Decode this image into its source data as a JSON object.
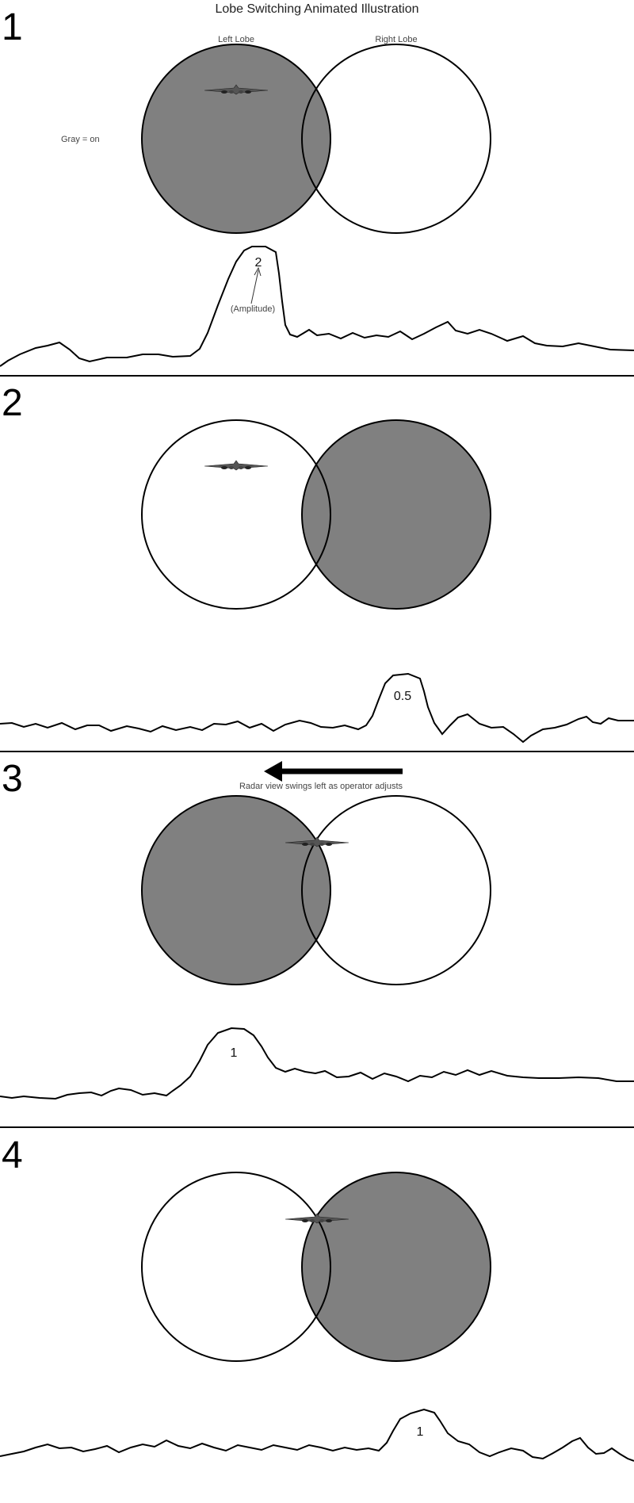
{
  "title": "Lobe Switching Animated Illustration",
  "legend": "Gray = on",
  "lobe_labels": {
    "left": "Left Lobe",
    "right": "Right Lobe"
  },
  "amplitude_label": "(Amplitude)",
  "arrow_caption": "Radar view swings left as operator adjusts",
  "colors": {
    "on": "#808080",
    "off": "#ffffff",
    "stroke": "#000000"
  },
  "panels": [
    {
      "number": "1",
      "active_lobe": "left",
      "amplitude": "2"
    },
    {
      "number": "2",
      "active_lobe": "right",
      "amplitude": "0.5"
    },
    {
      "number": "3",
      "active_lobe": "left",
      "amplitude": "1"
    },
    {
      "number": "4",
      "active_lobe": "right",
      "amplitude": "1"
    }
  ]
}
